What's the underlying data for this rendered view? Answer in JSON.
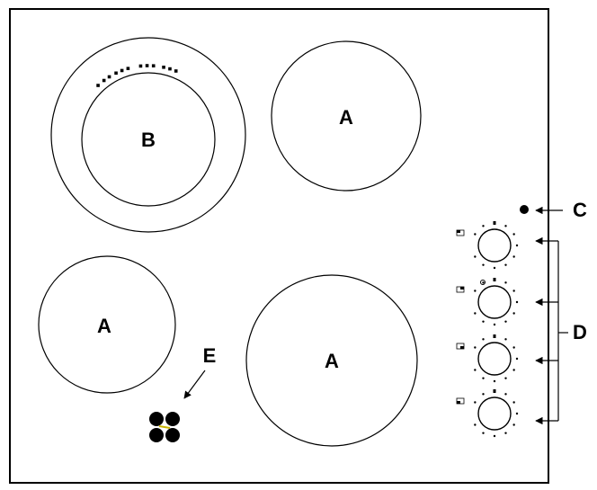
{
  "labels": {
    "zone_large_rear_right": "A",
    "zone_small_front_left": "A",
    "zone_large_front_center": "A",
    "zone_dual_rear_left": "B",
    "indicator_light": "C",
    "control_knobs": "D",
    "zone_diagram_symbol": "E"
  },
  "colors": {
    "stroke": "#000000",
    "background": "#ffffff",
    "symbol_accent": "#c8b400"
  },
  "knobs": [
    {
      "id": "knob-1",
      "symbol": "rear-left-zone-icon"
    },
    {
      "id": "knob-2",
      "symbol": "front-left-zone-icon"
    },
    {
      "id": "knob-3",
      "symbol": "front-right-zone-icon"
    },
    {
      "id": "knob-4",
      "symbol": "rear-right-zone-icon"
    }
  ]
}
